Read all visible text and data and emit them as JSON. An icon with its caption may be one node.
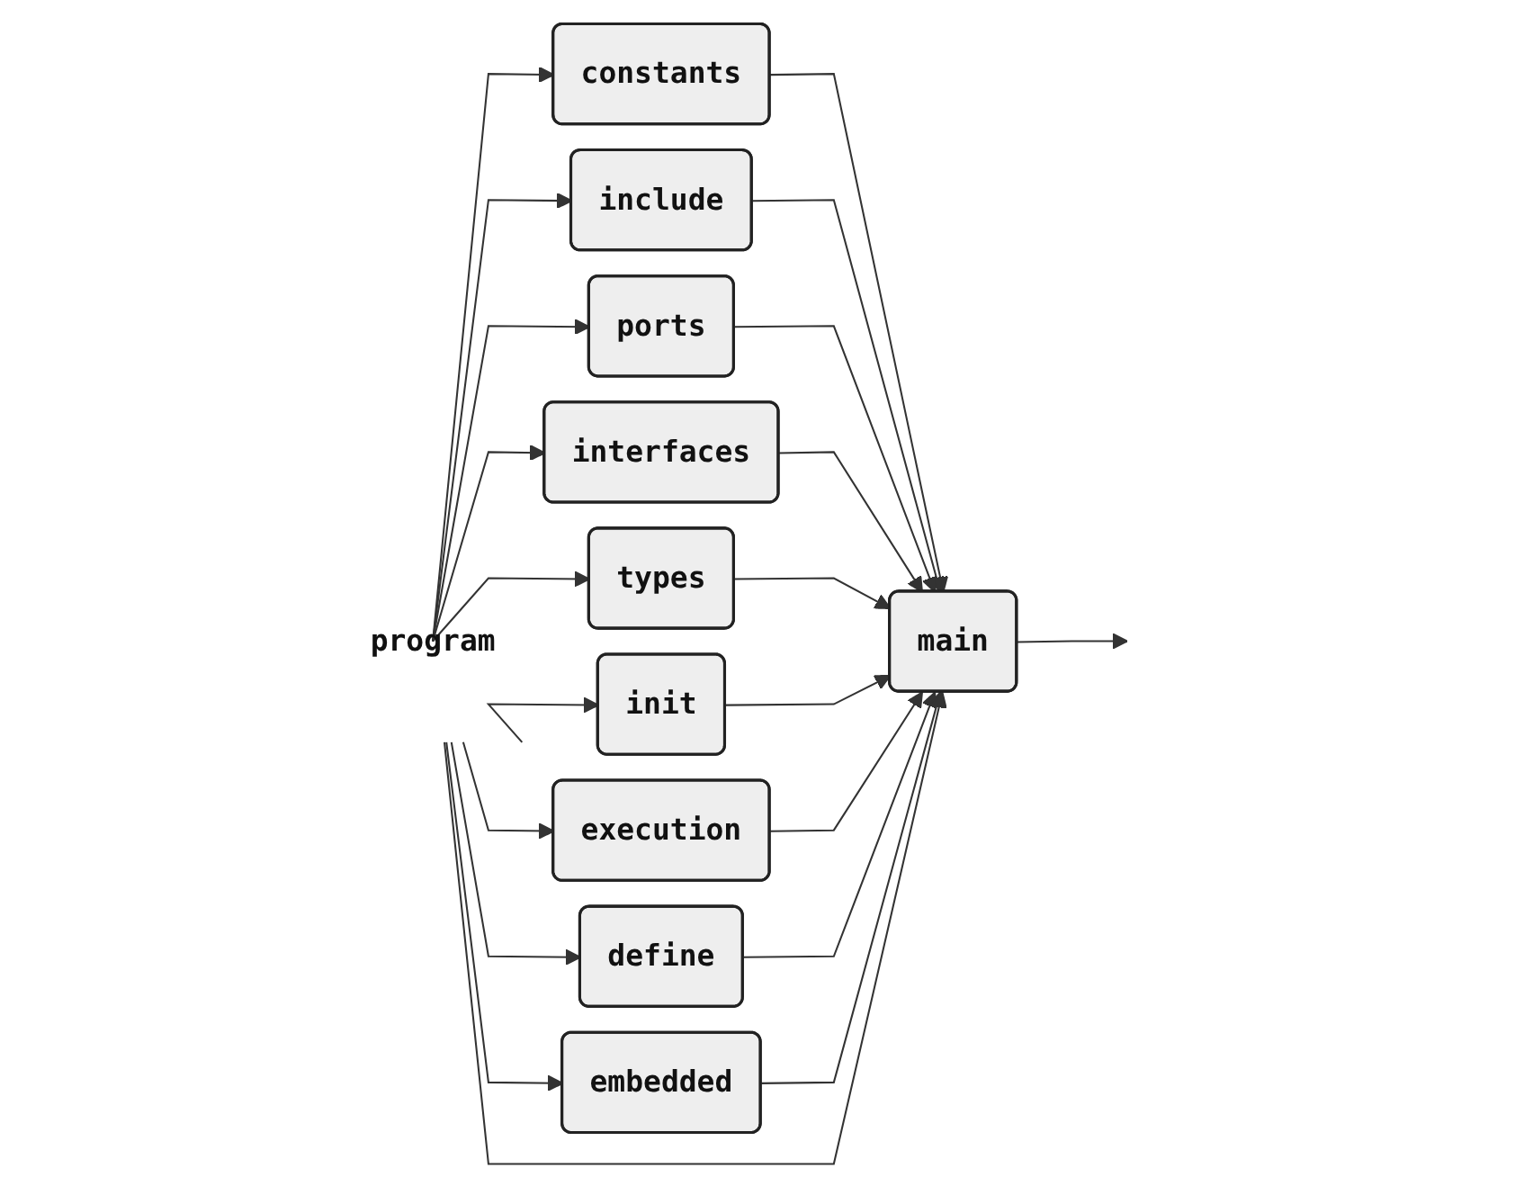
{
  "diagram": {
    "nodes": [
      {
        "text": [
          "program"
        ]
      },
      {
        "text": [
          "constants"
        ]
      },
      {
        "text": [
          "include"
        ]
      },
      {
        "text": [
          "ports"
        ]
      },
      {
        "text": [
          "interfaces"
        ]
      },
      {
        "text": [
          "types"
        ]
      },
      {
        "text": [
          "init"
        ]
      },
      {
        "text": [
          "execution"
        ]
      },
      {
        "text": [
          "define"
        ]
      },
      {
        "text": [
          "embedded"
        ]
      },
      {
        "text": [
          "main"
        ]
      }
    ],
    "edges": [
      {
        "from": 0,
        "to": 1,
        "arrow": "to"
      },
      {
        "from": 0,
        "to": 2,
        "arrow": "to"
      },
      {
        "from": 0,
        "to": 3,
        "arrow": "to"
      },
      {
        "from": 0,
        "to": 4,
        "arrow": "to"
      },
      {
        "from": 0,
        "to": 5,
        "arrow": "to"
      },
      {
        "from": 0,
        "to": 6,
        "arrow": "to"
      },
      {
        "from": 0,
        "to": 7,
        "arrow": "to"
      },
      {
        "from": 0,
        "to": 8,
        "arrow": "to"
      },
      {
        "from": 0,
        "to": 9,
        "arrow": "to"
      },
      {
        "from": 1,
        "to": 10,
        "arrow": "to"
      },
      {
        "from": 2,
        "to": 10,
        "arrow": "to"
      },
      {
        "from": 3,
        "to": 10,
        "arrow": "to"
      },
      {
        "from": 4,
        "to": 10,
        "arrow": "to"
      },
      {
        "from": 5,
        "to": 10,
        "arrow": "to"
      },
      {
        "from": 6,
        "to": 10,
        "arrow": "to"
      },
      {
        "from": 7,
        "to": 10,
        "arrow": "to"
      },
      {
        "from": 8,
        "to": 10,
        "arrow": "to"
      },
      {
        "from": 9,
        "to": 10,
        "arrow": "to"
      },
      {
        "from": 0,
        "to": 10,
        "arrow": "to"
      },
      {
        "from": 10,
        "to": null,
        "arrow": "to"
      }
    ]
  }
}
